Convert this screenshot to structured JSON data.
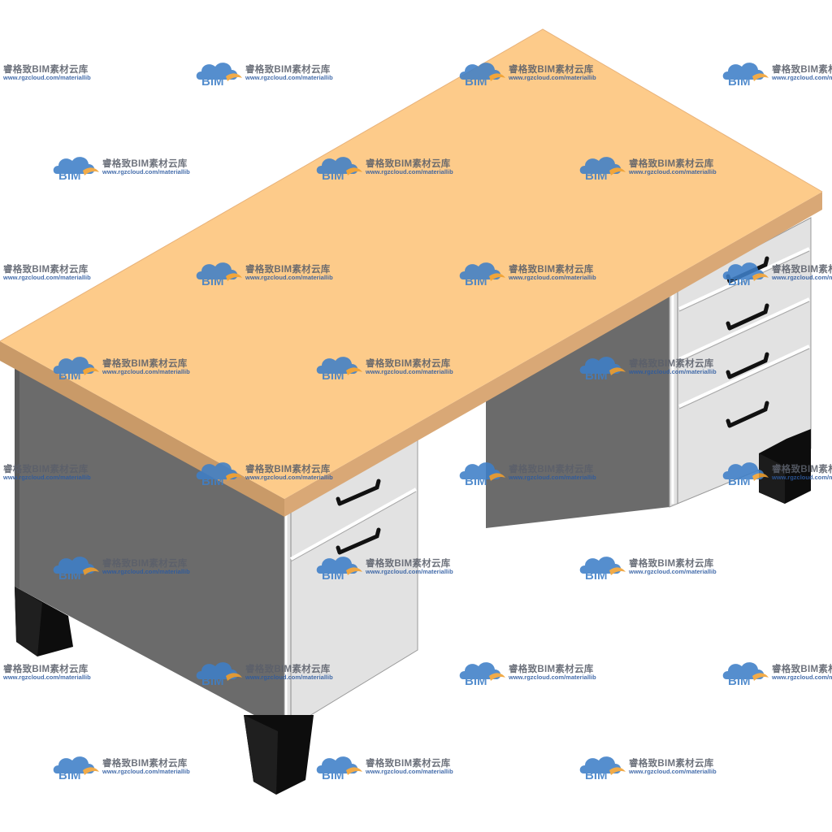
{
  "watermark": {
    "logo_text": "BIM",
    "name": "睿格致BIM素材云库",
    "url": "www.rgzcloud.com/materiallib",
    "logo_colors": {
      "cloud": "#3e7fc8",
      "swoosh": "#f0a030",
      "text": "#ffffff"
    }
  },
  "scene": {
    "subject": "office-desk",
    "colors": {
      "desktop_top": "#fdcb8a",
      "desktop_edge": "#c99a68",
      "body_gray": "#6b6b6b",
      "drawer_front": "#e2e2e2",
      "handle": "#111111",
      "leg": "#0d0d0d"
    },
    "drawers": {
      "left_pedestal": 2,
      "right_pedestal": 4
    }
  }
}
